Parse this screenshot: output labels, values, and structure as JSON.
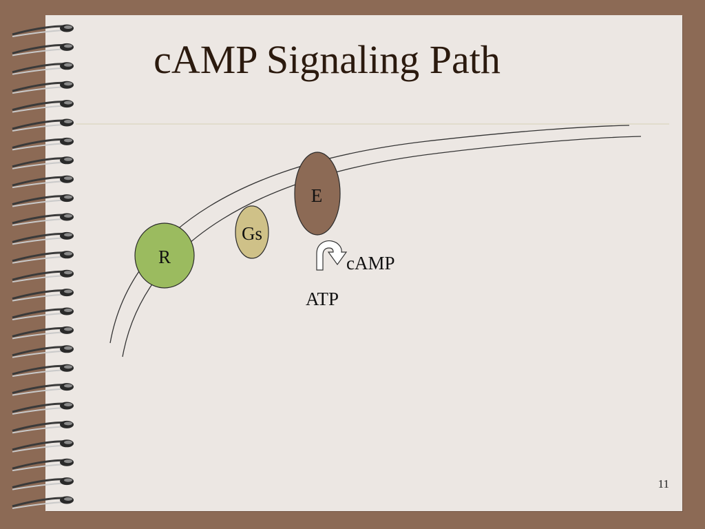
{
  "slide": {
    "title": "cAMP Signaling Path",
    "page_number": "11"
  },
  "diagram": {
    "receptor_label": "R",
    "g_protein_label": "Gs",
    "effector_label": "E",
    "product_label": "cAMP",
    "substrate_label": "ATP",
    "colors": {
      "receptor": "#9bbb5f",
      "g_protein": "#cfc188",
      "effector": "#8c6a55",
      "membrane": "#333333",
      "background_page": "#ece7e3",
      "frame": "#8c6a55"
    },
    "icons": [
      "spiral-binding-icon",
      "curved-arrow-icon"
    ]
  }
}
